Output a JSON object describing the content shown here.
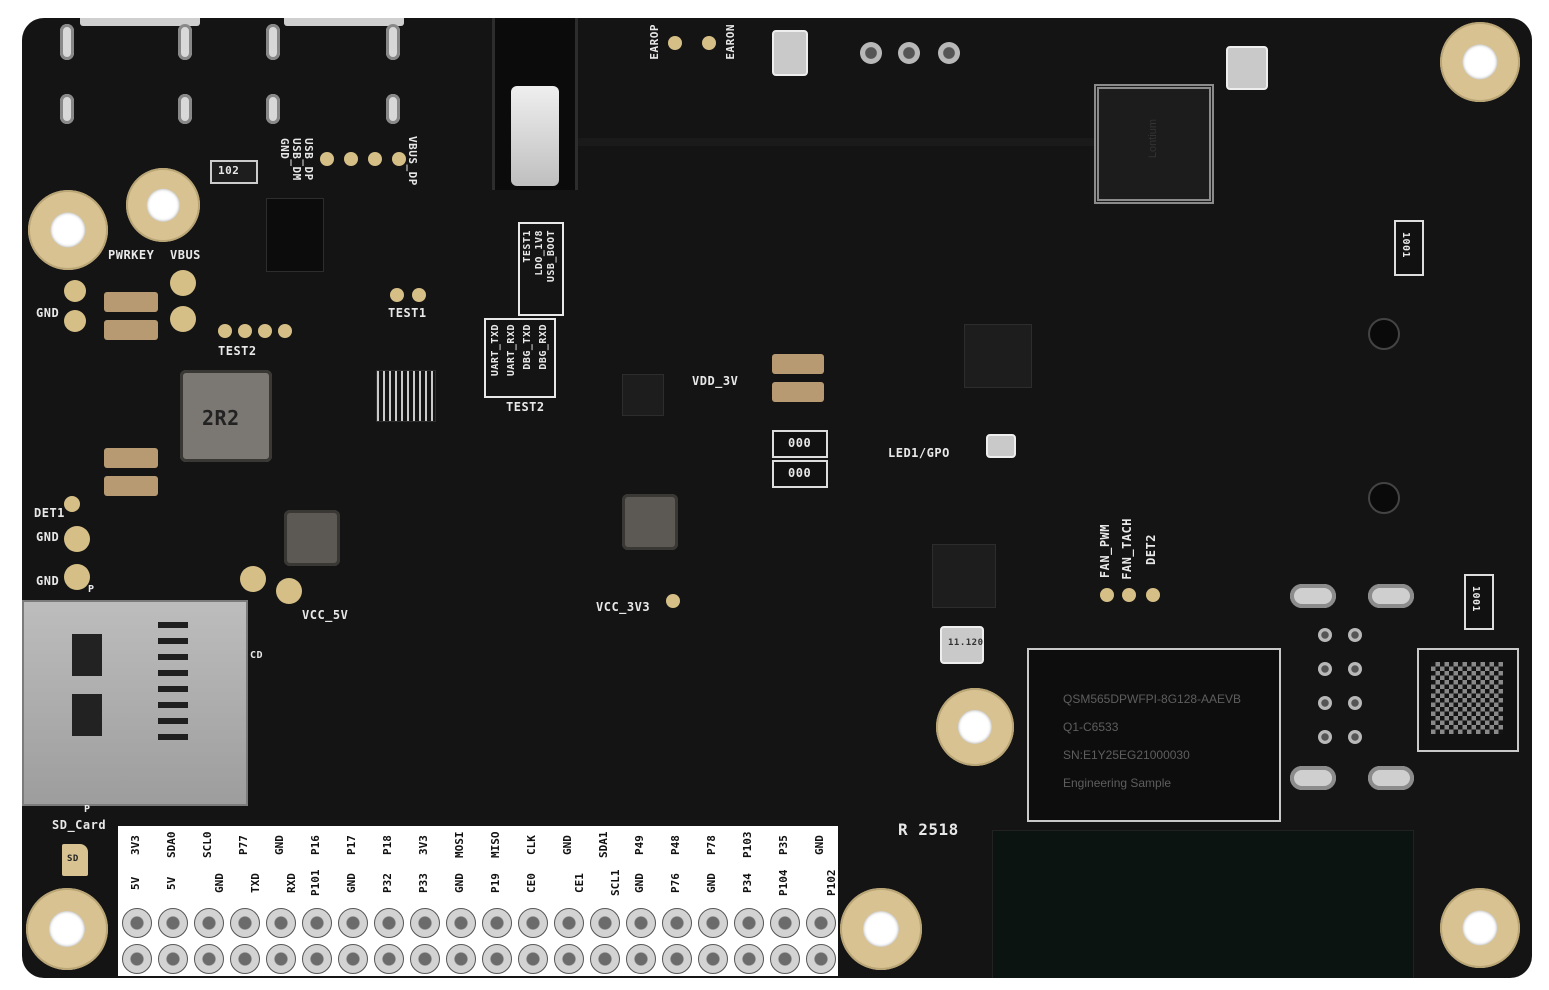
{
  "board": {
    "inductor_main": "2R2",
    "resistor_top": "102",
    "resistor_right_1": "1001",
    "resistor_right_2": "1001",
    "zero_ohm_1": "000",
    "zero_ohm_2": "000",
    "revision": "R 2518",
    "mcu_brand": "Lontium",
    "crystal_mark": "11.120"
  },
  "labels": {
    "gnd_usb_dm_usb_dp": [
      "GND",
      "USB_DM",
      "USB_DP"
    ],
    "vbus_dp": "VBUS_DP",
    "pwrkey": "PWRKEY",
    "vbus": "VBUS",
    "gnd_1": "GND",
    "test2_left": "TEST2",
    "test1_left": "TEST1",
    "det1": "DET1",
    "gnd_2": "GND",
    "gnd_3": "GND",
    "vcc_5v": "VCC_5V",
    "vcc_3v3": "VCC_3V3",
    "vdd_3v": "VDD_3V",
    "led1_gpo": "LED1/GPO",
    "earop": "EAROP",
    "earon": "EARON",
    "boot_box": [
      "USB_BOOT",
      "LDO_1V8",
      "TEST1"
    ],
    "debug_box": [
      "DBG_RXD",
      "DBG_TXD",
      "UART_RXD",
      "UART_TXD"
    ],
    "test2_right": "TEST2",
    "fan_pwm": "FAN_PWM",
    "fan_tach": "FAN_TACH",
    "det2": "DET2",
    "sd_card": "SD_Card",
    "cd": "CD",
    "p_small_1": "P",
    "p_small_2": "P"
  },
  "soc": {
    "line1": "QSM565DPWFPI-8G128-AAEVB",
    "line2": "Q1-C6533",
    "line3": "SN:E1Y25EG21000030",
    "line4": "Engineering Sample"
  },
  "header": {
    "top_row": [
      "3V3",
      "SDA0",
      "SCL0",
      "P77",
      "GND",
      "P16",
      "P17",
      "P18",
      "3V3",
      "MOSI",
      "MISO",
      "CLK",
      "GND",
      "SDA1",
      "P49",
      "P48",
      "P78",
      "P103",
      "P35",
      "GND"
    ],
    "top_row_b": [
      "",
      "",
      "GND",
      "TXD",
      "RXD",
      "",
      "",
      "",
      "",
      "",
      "",
      "",
      "CE1",
      "SCL1",
      "",
      "",
      "",
      "",
      "",
      "P102"
    ],
    "bottom_row": [
      "5V",
      "5V",
      "",
      "",
      "",
      "P101",
      "GND",
      "P32",
      "P33",
      "GND",
      "P19",
      "CE0",
      "",
      "",
      "GND",
      "P76",
      "GND",
      "P34",
      "P104",
      ""
    ]
  },
  "colors": {
    "board": "#141414",
    "gold": "#d8c291",
    "silk": "#e8e8e8",
    "header_bg": "#ffffff"
  }
}
